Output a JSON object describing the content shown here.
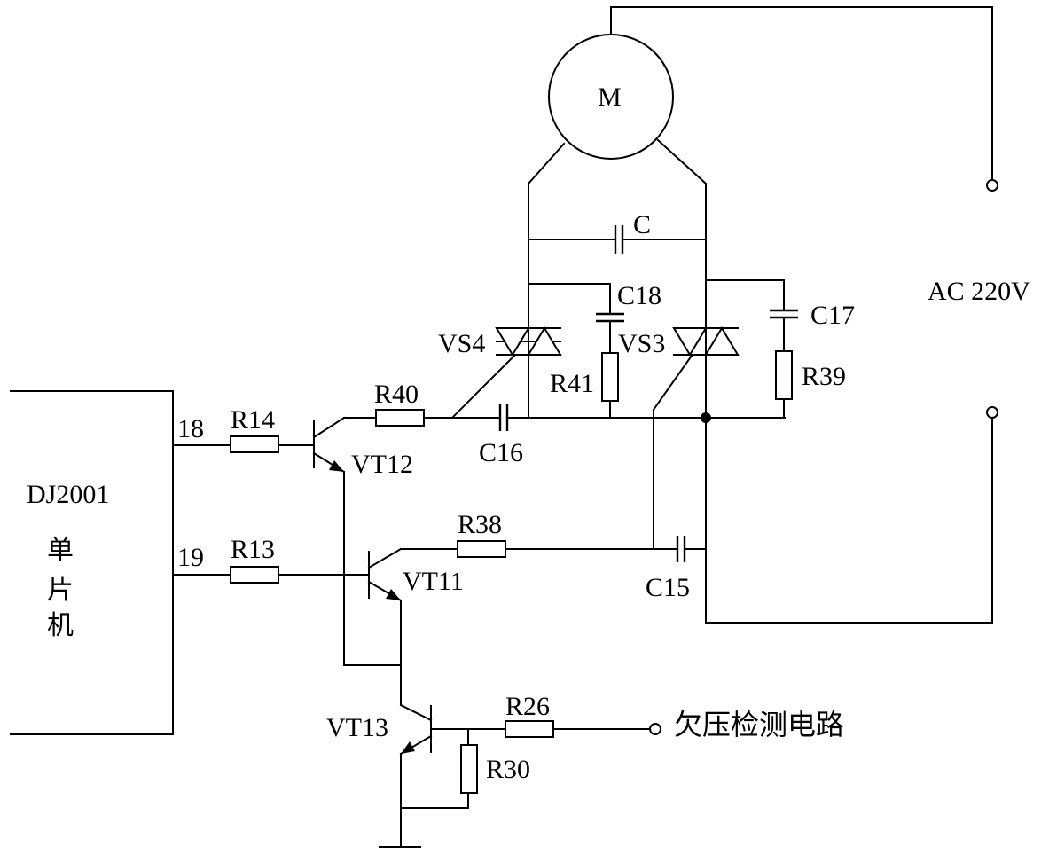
{
  "diagram": {
    "mcu": {
      "model": "DJ2001",
      "name_chars": [
        "单",
        "片",
        "机"
      ],
      "pin_18": "18",
      "pin_19": "19"
    },
    "motor": "M",
    "power": "AC 220V",
    "resistors": {
      "r14": "R14",
      "r13": "R13",
      "r40": "R40",
      "r38": "R38",
      "r41": "R41",
      "r39": "R39",
      "r26": "R26",
      "r30": "R30"
    },
    "capacitors": {
      "c": "C",
      "c18": "C18",
      "c17": "C17",
      "c16": "C16",
      "c15": "C15"
    },
    "triacs": {
      "vs4": "VS4",
      "vs3": "VS3"
    },
    "transistors": {
      "vt12": "VT12",
      "vt11": "VT11",
      "vt13": "VT13"
    },
    "undervoltage_label": "欠压检测电路"
  }
}
